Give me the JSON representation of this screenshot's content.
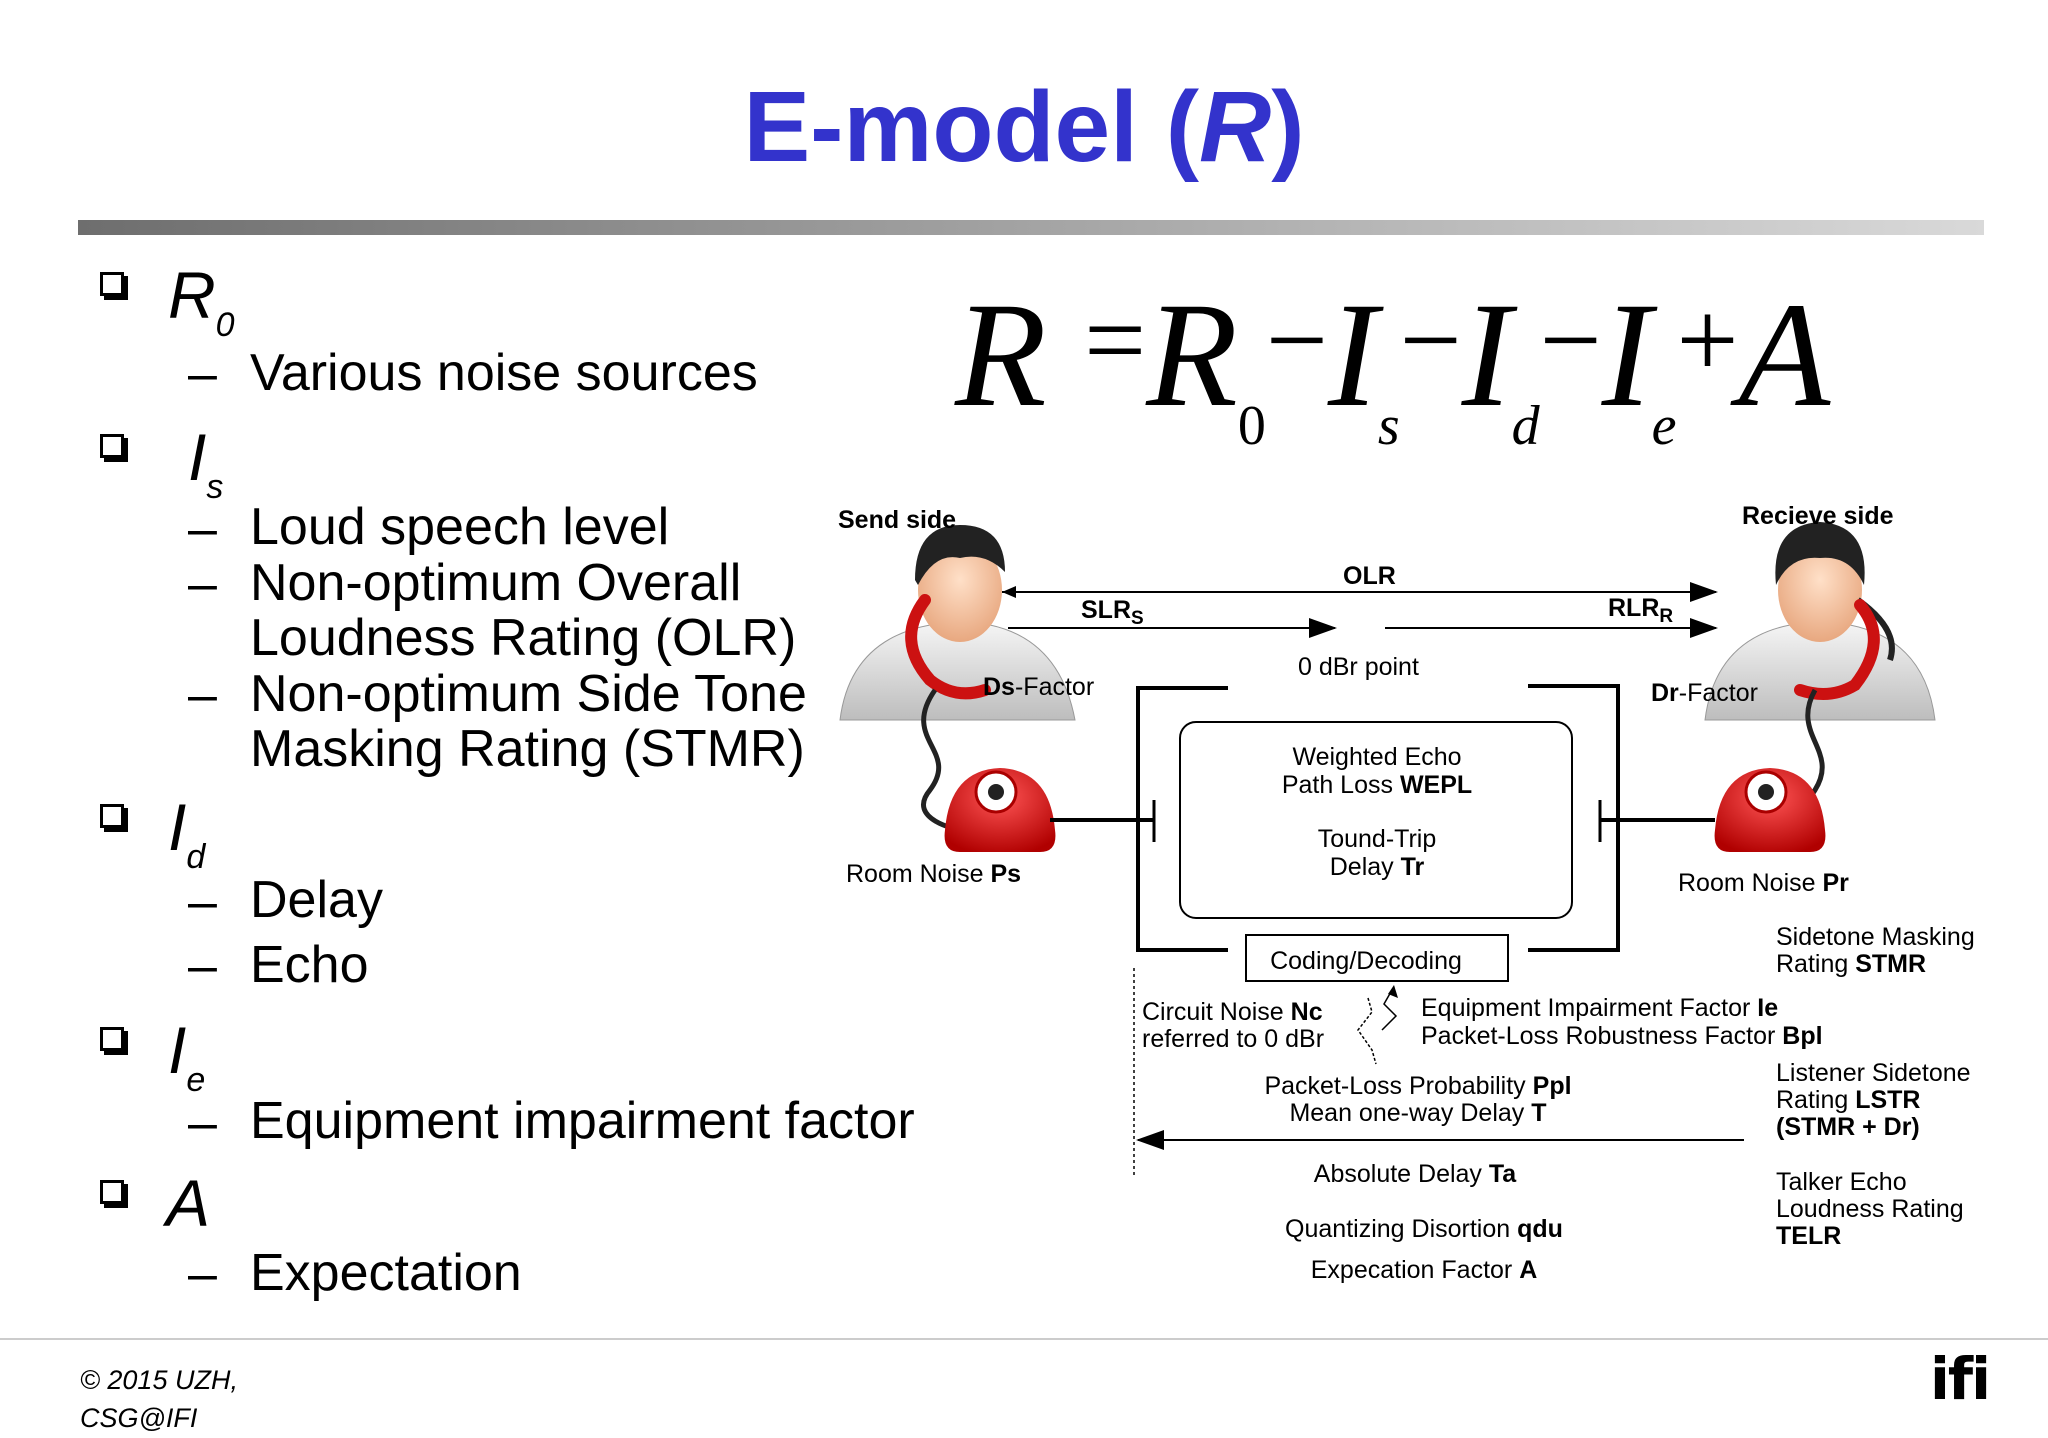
{
  "title": {
    "prefix": "E-model (",
    "italic": "R",
    "suffix": ")"
  },
  "bullets": [
    {
      "symbol": "R",
      "sub": "0",
      "items": [
        "Various noise sources"
      ]
    },
    {
      "symbol": "I",
      "sub": "s",
      "items": [
        "Loud speech level",
        "Non-optimum Overall Loudness Rating (OLR)",
        "Non-optimum Side Tone Masking Rating (STMR)"
      ]
    },
    {
      "symbol": "I",
      "sub": "d",
      "items": [
        "Delay",
        "Echo"
      ]
    },
    {
      "symbol": "I",
      "sub": "e",
      "items": [
        "Equipment impairment factor"
      ]
    },
    {
      "symbol": "A",
      "sub": "",
      "items": [
        "Expectation"
      ]
    }
  ],
  "formula": {
    "R": "R",
    "eq": "=",
    "R0": "R",
    "R0sub": "0",
    "minus": "−",
    "I": "I",
    "s": "s",
    "d": "d",
    "e": "e",
    "plus": "+",
    "A": "A"
  },
  "diagram": {
    "send_side": "Send side",
    "receive_side": "Recieve side",
    "olr": "OLR",
    "slr": "SLR",
    "slr_sub": "S",
    "rlr": "RLR",
    "rlr_sub": "R",
    "zero_dbr": "0 dBr point",
    "ds_bold": "Ds",
    "ds_rest": "-Factor",
    "dr_bold": "Dr",
    "dr_rest": "-Factor",
    "weighted_echo_1": "Weighted Echo",
    "weighted_echo_2a": "Path Loss ",
    "weighted_echo_2b": "WEPL",
    "round_trip_1": "Tound-Trip",
    "round_trip_2a": "Delay ",
    "round_trip_2b": "Tr",
    "room_noise_s_a": "Room Noise ",
    "room_noise_s_b": "Ps",
    "room_noise_r_a": "Room Noise ",
    "room_noise_r_b": "Pr",
    "coding": "Coding/Decoding",
    "circuit_noise_1a": "Circuit Noise ",
    "circuit_noise_1b": "Nc",
    "circuit_noise_2": "referred to 0 dBr",
    "equip_1a": "Equipment Impairment Factor ",
    "equip_1b": "Ie",
    "equip_2a": "Packet-Loss Robustness Factor ",
    "equip_2b": "Bpl",
    "pl_prob_a": "Packet-Loss Probability ",
    "pl_prob_b": "Ppl",
    "mean_delay_a": "Mean one-way Delay ",
    "mean_delay_b": "T",
    "abs_delay_a": "Absolute Delay ",
    "abs_delay_b": "Ta",
    "quant_a": "Quantizing Disortion ",
    "quant_b": "qdu",
    "expect_a": "Expecation Factor ",
    "expect_b": "A",
    "stmr_1": "Sidetone Masking",
    "stmr_2a": "Rating ",
    "stmr_2b": "STMR",
    "lstr_1": "Listener Sidetone",
    "lstr_2a": "Rating ",
    "lstr_2b": "LSTR",
    "lstr_3": "(STMR + Dr)",
    "telr_1": "Talker Echo",
    "telr_2": "Loudness Rating",
    "telr_3": "TELR"
  },
  "footer": {
    "copyright_1": "© 2015 UZH,",
    "copyright_2": "CSG@IFI",
    "logo": "ifi"
  },
  "colors": {
    "title": "#3333cc",
    "phone_red": "#dd1111"
  }
}
